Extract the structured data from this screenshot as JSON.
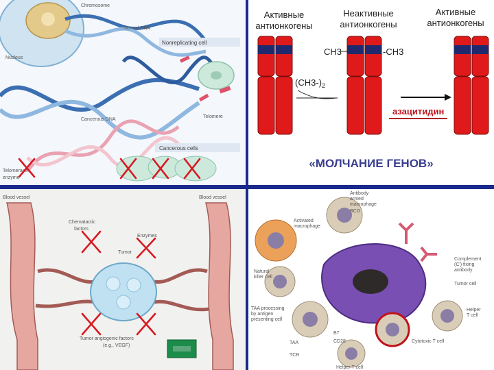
{
  "colors": {
    "frame": "#1a2a8c",
    "chromosome_red": "#e01a1a",
    "methyl_block": "#1f2a6e",
    "cross_red": "#d71920",
    "underline": "#b22222"
  },
  "top_left": {
    "labels": {
      "chromosome": "Chromosome",
      "normal_dna": "Normal DNA",
      "nucleus": "Nucleus",
      "nonreplicating": "Nonreplicating cell",
      "cancerous_dna": "Cancerous DNA",
      "telomere": "Telomere",
      "cancerous_cells": "Cancerous cells",
      "telomerase_1": "Telomerase",
      "telomerase_2": "enzyme"
    }
  },
  "top_right": {
    "col1_line1": "Активные",
    "col1_line2": "антионкогены",
    "col2_line1": "Неактивные",
    "col2_line2": "антионкогены",
    "col3_line1": "Активные",
    "col3_line2": "антионкогены",
    "ch3_left": "CH3",
    "ch3_right": "-CH3",
    "ch3_group": "(CH3-)",
    "ch3_sub": "2",
    "drug": "азацитидин",
    "caption": "«МОЛЧАНИЕ ГЕНОВ»"
  },
  "bottom_left": {
    "labels": {
      "vessel_left": "Blood vessel",
      "vessel_right": "Blood vessel",
      "chemotactic_1": "Chematactic",
      "chemotactic_2": "factors",
      "enzymes": "Enzymes",
      "tumor": "Tumor",
      "angiogenic_1": "Tumor angiogenic factors",
      "angiogenic_2": "(e.g., VEGF)"
    }
  },
  "bottom_right": {
    "labels": {
      "antibody_1": "Antibody",
      "antibody_2": "armed",
      "antibody_3": "macrophage",
      "bcg": "BCG",
      "activated_1": "Activated",
      "activated_2": "macrophage",
      "complement_1": "Complement",
      "complement_2": "(C') fixing",
      "complement_3": "antibody",
      "nk_1": "Natural",
      "nk_2": "killer cell",
      "tumor_cell": "Tumor cell",
      "taa_proc_1": "TAA processing",
      "taa_proc_2": "by antigen",
      "taa_proc_3": "presenting cell",
      "helper_1": "Helper",
      "helper_2": "T cell",
      "b7": "B7",
      "cd28": "CD28",
      "taa": "TAA",
      "tcr": "TCR",
      "cytotoxic": "Cytotoxic T cell",
      "helper_t_bottom": "Helper T cell"
    }
  }
}
